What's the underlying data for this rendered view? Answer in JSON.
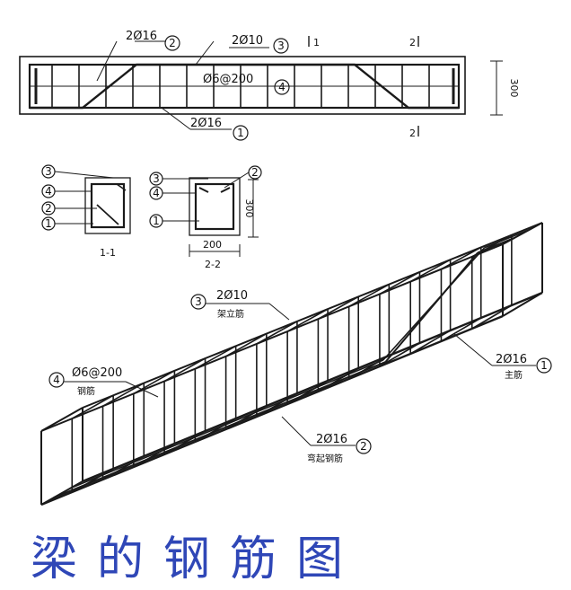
{
  "elevation": {
    "label_2phi16_top": "2Ø16",
    "label_2phi10": "2Ø10",
    "label_phi6_200": "Ø6@200",
    "label_2phi16_bottom": "2Ø16",
    "section_mark_1": "1",
    "section_mark_2_top": "2",
    "section_mark_2_bottom": "2",
    "height_dim": "300",
    "circle_1": "1",
    "circle_2": "2",
    "circle_3": "3",
    "circle_4": "4"
  },
  "section_1": {
    "title": "1-1",
    "circle_1": "1",
    "circle_2": "2",
    "circle_3": "3",
    "circle_4": "4"
  },
  "section_2": {
    "title": "2-2",
    "width_dim": "200",
    "height_dim": "300",
    "circle_1": "1",
    "circle_2": "2",
    "circle_3": "3",
    "circle_4": "4"
  },
  "iso": {
    "label_2phi10": "2Ø10",
    "label_2phi10_cn": "架立筋",
    "label_phi6_200": "Ø6@200",
    "label_phi6_200_cn": "钢筋",
    "label_2phi16_main": "2Ø16",
    "label_2phi16_main_cn": "主筋",
    "label_2phi16_bent": "2Ø16",
    "label_2phi16_bent_cn": "弯起钢筋",
    "circle_1": "1",
    "circle_2": "2",
    "circle_3": "3",
    "circle_4": "4"
  },
  "title": "梁的钢筋图",
  "colors": {
    "ink": "#1a1a1a",
    "title": "#2f47b7"
  }
}
